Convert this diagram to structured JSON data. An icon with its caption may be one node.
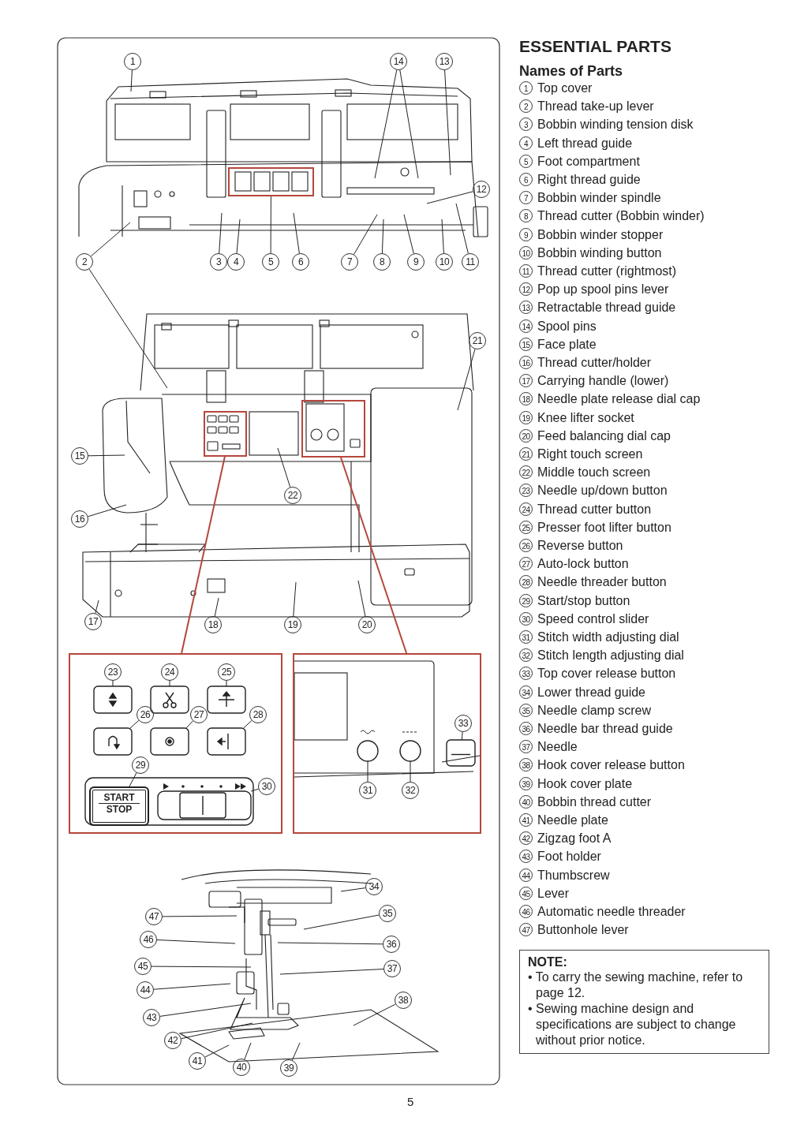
{
  "diagram": {
    "title": "ESSENTIAL PARTS",
    "nodes": [
      {
        "text": [
          "1"
        ]
      },
      {
        "text": [
          "2"
        ]
      },
      {
        "text": [
          "3"
        ]
      },
      {
        "text": [
          "4"
        ]
      },
      {
        "text": [
          "5"
        ]
      },
      {
        "text": [
          "6"
        ]
      },
      {
        "text": [
          "7"
        ]
      },
      {
        "text": [
          "8"
        ]
      },
      {
        "text": [
          "9"
        ]
      },
      {
        "text": [
          "10"
        ]
      },
      {
        "text": [
          "11"
        ]
      },
      {
        "text": [
          "12"
        ]
      },
      {
        "text": [
          "13"
        ]
      },
      {
        "text": [
          "14"
        ]
      },
      {
        "text": [
          "15"
        ]
      },
      {
        "text": [
          "16"
        ]
      },
      {
        "text": [
          "17"
        ]
      },
      {
        "text": [
          "18"
        ]
      },
      {
        "text": [
          "19"
        ]
      },
      {
        "text": [
          "20"
        ]
      },
      {
        "text": [
          "21"
        ]
      },
      {
        "text": [
          "22"
        ]
      },
      {
        "text": [],
        "shape": "box"
      },
      {
        "text": [],
        "shape": "box"
      },
      {
        "text": [],
        "shape": "box"
      },
      {
        "text": [],
        "shape": "box"
      },
      {
        "text": [
          "23"
        ],
        "in": 25
      },
      {
        "text": [
          "24"
        ],
        "in": 25
      },
      {
        "text": [
          "25"
        ],
        "in": 25
      },
      {
        "text": [
          "26"
        ],
        "in": 25
      },
      {
        "text": [
          "27"
        ],
        "in": 25
      },
      {
        "text": [
          "28"
        ],
        "in": 25
      },
      {
        "text": [
          "29"
        ],
        "in": 25
      },
      {
        "text": [
          "30"
        ],
        "in": 25
      },
      {
        "text": [
          "START",
          "STOP"
        ],
        "in": 25
      },
      {
        "text": [],
        "shape": "box"
      },
      {
        "text": [
          "31"
        ],
        "in": 35
      },
      {
        "text": [
          "32"
        ],
        "in": 35
      },
      {
        "text": [
          "33"
        ],
        "in": 35
      },
      {
        "text": [
          "34"
        ]
      },
      {
        "text": [
          "35"
        ]
      },
      {
        "text": [
          "36"
        ]
      },
      {
        "text": [
          "37"
        ]
      },
      {
        "text": [
          "38"
        ]
      },
      {
        "text": [
          "39"
        ]
      },
      {
        "text": [
          "40"
        ]
      },
      {
        "text": [
          "41"
        ]
      },
      {
        "text": [
          "42"
        ]
      },
      {
        "text": [
          "43"
        ]
      },
      {
        "text": [
          "44"
        ]
      },
      {
        "text": [
          "45"
        ]
      },
      {
        "text": [
          "46"
        ]
      },
      {
        "text": [
          "47"
        ]
      },
      {
        "text": [
          "NOTE:",
          "• To carry the sewing machine, refer to page 12.",
          "• Sewing machine design and specifications are subject to change without prior notice."
        ]
      },
      {
        "text": [],
        "shape": "box",
        "in": 25
      },
      {
        "text": [],
        "shape": "box",
        "in": 25
      },
      {
        "text": [],
        "shape": "box",
        "in": 25
      },
      {
        "text": [],
        "shape": "box",
        "in": 25
      },
      {
        "text": [],
        "shape": "box",
        "in": 25
      },
      {
        "text": [],
        "shape": "box",
        "in": 25
      },
      {
        "text": [],
        "shape": "box",
        "in": 25
      },
      {
        "text": [],
        "shape": "circle",
        "in": 35
      },
      {
        "text": [],
        "shape": "circle",
        "in": 35
      },
      {
        "text": [],
        "shape": "box",
        "in": 35
      }
    ],
    "edges": [
      {
        "from": 0,
        "to": null,
        "arrow": "none"
      },
      {
        "from": 1,
        "to": null,
        "arrow": "none"
      },
      {
        "from": 1,
        "to": null,
        "arrow": "none"
      },
      {
        "from": 2,
        "to": null,
        "arrow": "none"
      },
      {
        "from": 3,
        "to": null,
        "arrow": "none"
      },
      {
        "from": 4,
        "to": 22,
        "arrow": "none"
      },
      {
        "from": 5,
        "to": null,
        "arrow": "none"
      },
      {
        "from": 6,
        "to": null,
        "arrow": "none"
      },
      {
        "from": 7,
        "to": null,
        "arrow": "none"
      },
      {
        "from": 8,
        "to": null,
        "arrow": "none"
      },
      {
        "from": 9,
        "to": null,
        "arrow": "none"
      },
      {
        "from": 10,
        "to": null,
        "arrow": "none"
      },
      {
        "from": 11,
        "to": null,
        "arrow": "none"
      },
      {
        "from": 12,
        "to": null,
        "arrow": "none"
      },
      {
        "from": 13,
        "to": null,
        "arrow": "none"
      },
      {
        "from": 13,
        "to": null,
        "arrow": "none"
      },
      {
        "from": 14,
        "to": null,
        "arrow": "none"
      },
      {
        "from": 15,
        "to": null,
        "arrow": "none"
      },
      {
        "from": 16,
        "to": null,
        "arrow": "none"
      },
      {
        "from": 17,
        "to": null,
        "arrow": "none"
      },
      {
        "from": 18,
        "to": null,
        "arrow": "none"
      },
      {
        "from": 19,
        "to": null,
        "arrow": "none"
      },
      {
        "from": 20,
        "to": null,
        "arrow": "none"
      },
      {
        "from": 21,
        "to": null,
        "arrow": "none"
      },
      {
        "from": 23,
        "to": 25,
        "arrow": "none",
        "color": "#b5473b"
      },
      {
        "from": 24,
        "to": 35,
        "arrow": "none",
        "color": "#b5473b"
      },
      {
        "from": 26,
        "to": 54,
        "arrow": "none"
      },
      {
        "from": 27,
        "to": 55,
        "arrow": "none"
      },
      {
        "from": 28,
        "to": 56,
        "arrow": "none"
      },
      {
        "from": 29,
        "to": 57,
        "arrow": "none"
      },
      {
        "from": 30,
        "to": 58,
        "arrow": "none"
      },
      {
        "from": 31,
        "to": 59,
        "arrow": "none"
      },
      {
        "from": 32,
        "to": 34,
        "arrow": "none"
      },
      {
        "from": 33,
        "to": 60,
        "arrow": "none"
      },
      {
        "from": 36,
        "to": 61,
        "arrow": "none"
      },
      {
        "from": 37,
        "to": 62,
        "arrow": "none"
      },
      {
        "from": 38,
        "to": 63,
        "arrow": "none"
      },
      {
        "from": 39,
        "to": null,
        "arrow": "none"
      },
      {
        "from": 40,
        "to": null,
        "arrow": "none"
      },
      {
        "from": 41,
        "to": null,
        "arrow": "none"
      },
      {
        "from": 42,
        "to": null,
        "arrow": "none"
      },
      {
        "from": 43,
        "to": null,
        "arrow": "none"
      },
      {
        "from": 44,
        "to": null,
        "arrow": "none"
      },
      {
        "from": 45,
        "to": null,
        "arrow": "none"
      },
      {
        "from": 46,
        "to": null,
        "arrow": "none"
      },
      {
        "from": 47,
        "to": null,
        "arrow": "none"
      },
      {
        "from": 48,
        "to": null,
        "arrow": "none"
      },
      {
        "from": 49,
        "to": null,
        "arrow": "none"
      },
      {
        "from": 50,
        "to": null,
        "arrow": "none"
      },
      {
        "from": 51,
        "to": null,
        "arrow": "none"
      },
      {
        "from": 52,
        "to": null,
        "arrow": "none"
      }
    ],
    "labels": [
      "Names of Parts",
      "1 Top cover",
      "2 Thread take-up lever",
      "3 Bobbin winding tension disk",
      "4 Left thread guide",
      "5 Foot compartment",
      "6 Right thread guide",
      "7 Bobbin winder spindle",
      "8 Thread cutter (Bobbin winder)",
      "9 Bobbin winder stopper",
      "10 Bobbin winding button",
      "11 Thread cutter (rightmost)",
      "12 Pop up spool pins lever",
      "13 Retractable thread guide",
      "14 Spool pins",
      "15 Face plate",
      "16 Thread cutter/holder",
      "17 Carrying handle (lower)",
      "18 Needle plate release dial cap",
      "19 Knee lifter socket",
      "20 Feed balancing dial cap",
      "21 Right touch screen",
      "22 Middle touch screen",
      "23 Needle up/down button",
      "24 Thread cutter button",
      "25 Presser foot lifter button",
      "26 Reverse button",
      "27 Auto-lock button",
      "28 Needle threader button",
      "29 Start/stop button",
      "30 Speed control slider",
      "31 Stitch width adjusting dial",
      "32 Stitch length adjusting dial",
      "33 Top cover release button",
      "34 Lower thread guide",
      "35 Needle clamp screw",
      "36 Needle bar thread guide",
      "37 Needle",
      "38 Hook cover release button",
      "39 Hook cover plate",
      "40 Bobbin thread cutter",
      "41 Needle plate",
      "42 Zigzag foot A",
      "43 Foot holder",
      "44 Thumbscrew",
      "45 Lever",
      "46 Automatic needle threader",
      "47 Buttonhole lever",
      "5"
    ]
  }
}
